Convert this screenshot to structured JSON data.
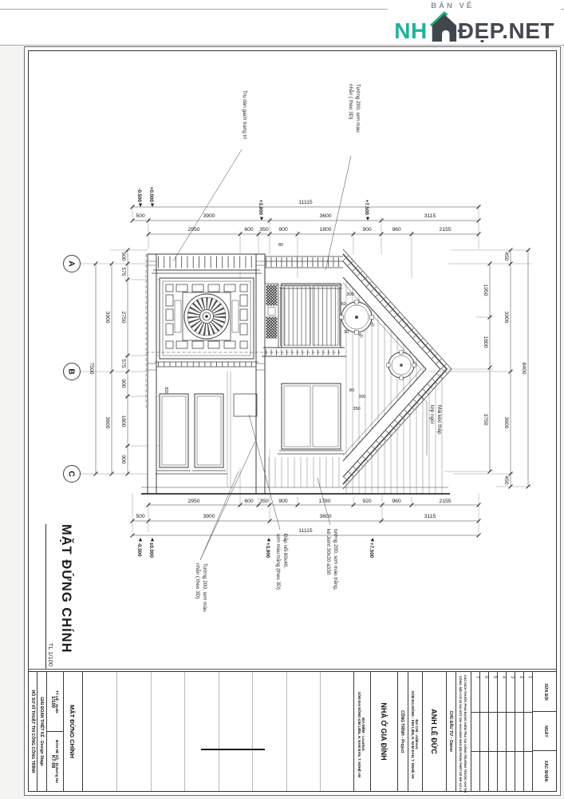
{
  "header": {
    "tagline": "BẢN VẼ",
    "brand_nh": "NH",
    "brand_rest": "ĐẸP.NET"
  },
  "drawing": {
    "grid": [
      "A",
      "B",
      "C"
    ],
    "side_title": "MẶT ĐỨNG CHÍNH",
    "side_scale": "TL 1/100",
    "levels_top": [
      "-0.500",
      "+0.000",
      "+3.900",
      "+7.500"
    ],
    "levels_bottom": [
      "-0.500",
      "±0.000",
      "+3.900",
      "+7.500"
    ],
    "notes": {
      "pillar": "Trụ dán gạch trang trí",
      "wall_top_1": "Tường 200, sơn màu",
      "wall_top_2": "nhẵn ( theo 3D)",
      "wall_b1_1": "Tường 200, sơn màu",
      "wall_b1_2": "nhẵn ( theo 3D)",
      "relief_1": "Đắp nổi 80x40,",
      "relief_2": "sơn màu trắng (theo 3D)",
      "joint_1": "tường 200, sơn màu trắng,",
      "joint_2": "kẻ Joint 30x20 a330",
      "roof_1": "Mái kèo thép",
      "roof_2": "lợp ngói"
    },
    "dims": {
      "top_total": "11115",
      "top_t2": [
        "500",
        "3900",
        "3600",
        "3115"
      ],
      "top_t3": [
        "2950",
        "600",
        "350",
        "900",
        "1800",
        "900",
        "960",
        "2155"
      ],
      "bot_t1": [
        "2950",
        "600",
        "350",
        "900",
        "1780",
        "920",
        "960",
        "2155"
      ],
      "bot_t2": [
        "500",
        "3900",
        "3600",
        "3115"
      ],
      "bot_total": "11115",
      "left_in": [
        "500",
        "575",
        "2750",
        "575",
        "900",
        "1800",
        "900"
      ],
      "left_mid": [
        "3900",
        "3600"
      ],
      "left_total": "7500",
      "right_in": [
        "1950",
        "1800",
        "3750"
      ],
      "right_mid": [
        "450",
        "3900",
        "3600",
        "450"
      ],
      "right_total": "8400",
      "small": [
        "80",
        "820",
        "80",
        "40",
        "300",
        "260",
        "30",
        "300",
        "40",
        "80",
        "300",
        "350"
      ]
    }
  },
  "titleblock": {
    "doc_title": "HỒ SƠ KĨ THUẬT THI CÔNG CÔNG TRÌNH",
    "stage": "GIAI ĐOẠN THIẾT KẾ - Design Stage",
    "scale_label": "TỶ LỆ - Scale",
    "scale_value": "1/100",
    "number_label": "BẢN VẼ SỐ - Drawing No",
    "number_value": "KT-09",
    "sheet_title": "MẶT ĐỨNG CHÍNH",
    "location_label": "ĐỊA ĐIỂM - Location:",
    "location_value": "XÓM ĐẠI ĐỒNG KIM LIÊN, H. NAM ĐÀN, T. NGHỆ AN",
    "project_name": "NHÀ Ở GIA ĐÌNH",
    "project_label": "CÔNG TRÌNH - Project",
    "address_label": "ĐỊA CHỈ - Address:",
    "address_value": "XÓM ĐẠI ĐỒNG - KIM LIÊN, H. NAM ĐÀN, T. NGHỆ AN",
    "owner_name": "ANH LÊ ĐỨC",
    "owner_label": "CHỦ ĐẦU TƯ - Owner",
    "note": "CÁC KÍCH THƯỚC PHẢI ĐƯỢC KIỂM TRA TẠI CÔNG TRƯỜNG TRƯỚC KHI THI CÔNG, NẾU CÓ GÌ SAI SÓT XIN VUI LÒNG BÁO BỘ PHẬN THIẾT KẾ ĐỂ XỬ LÝ",
    "rev_numbers": [
      "1",
      "2",
      "3",
      "4",
      "5",
      "6",
      "7"
    ],
    "rev_headers": [
      "SỬA ĐỔI",
      "NGÀY",
      "XÁC NHẬN"
    ]
  }
}
